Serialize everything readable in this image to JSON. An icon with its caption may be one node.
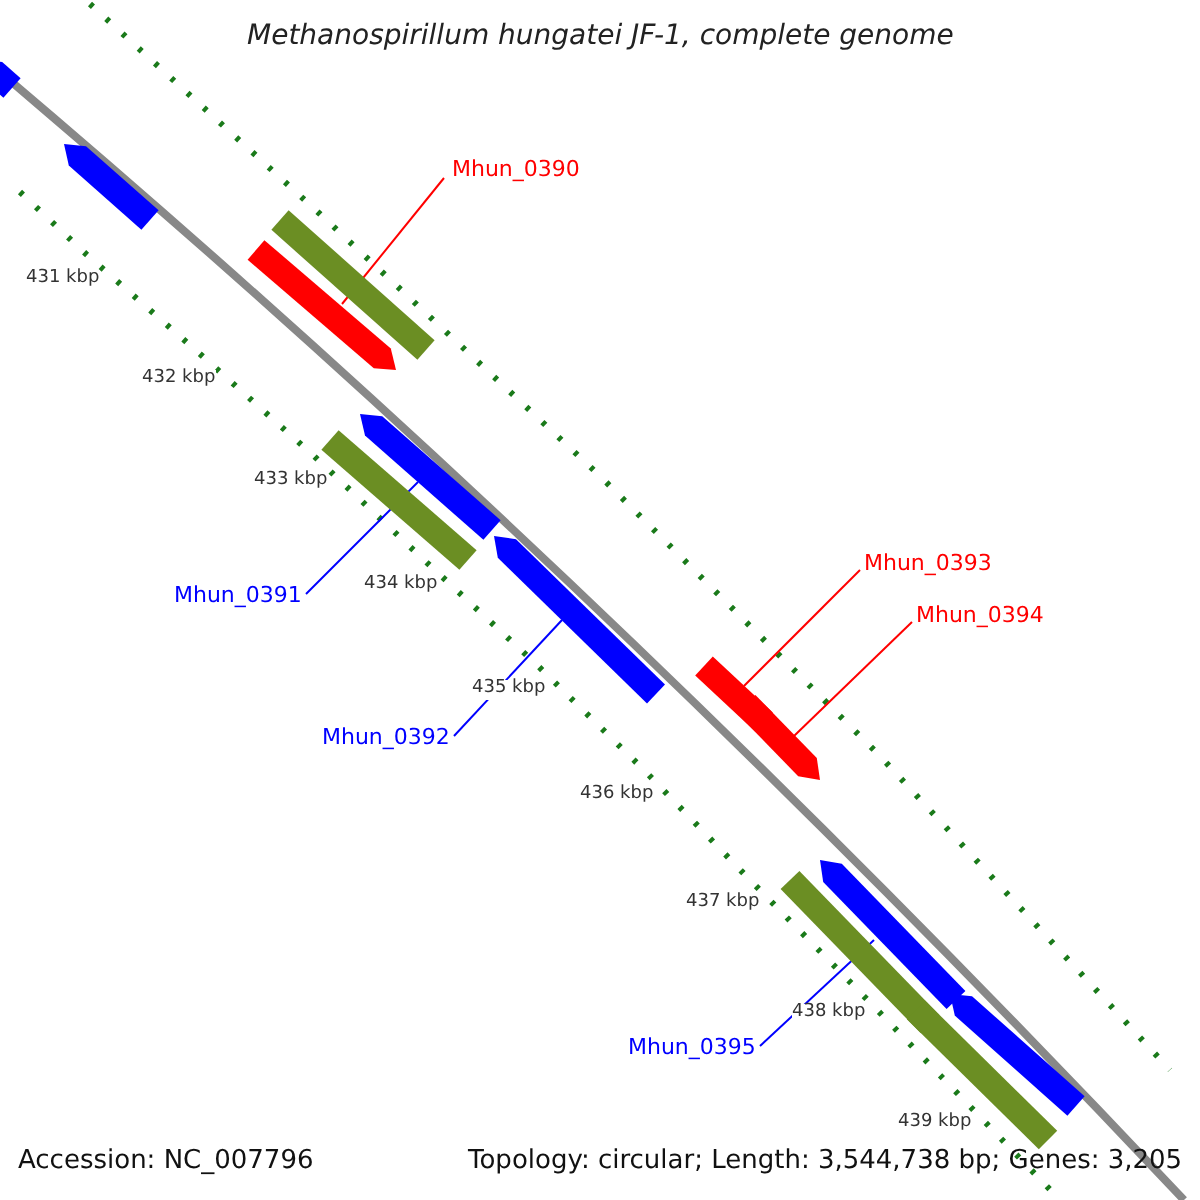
{
  "diagram": {
    "title": "Methanospirillum hungatei JF-1, complete genome",
    "nodes": [
      {
        "text": [],
        "shape": "arrow"
      },
      {
        "text": [],
        "shape": "arrow"
      },
      {
        "text": [
          "Mhun_0390"
        ]
      },
      {
        "text": [],
        "shape": "bar"
      },
      {
        "text": [],
        "shape": "arrow"
      },
      {
        "text": [],
        "shape": "arrow"
      },
      {
        "text": [],
        "shape": "bar"
      },
      {
        "text": [
          "Mhun_0391"
        ]
      },
      {
        "text": [],
        "shape": "arrow"
      },
      {
        "text": [
          "Mhun_0392"
        ]
      },
      {
        "text": [
          "Mhun_0393"
        ]
      },
      {
        "text": [
          "Mhun_0394"
        ]
      },
      {
        "text": [],
        "shape": "bar"
      },
      {
        "text": [],
        "shape": "arrow"
      },
      {
        "text": [],
        "shape": "arrow"
      },
      {
        "text": [],
        "shape": "bar"
      },
      {
        "text": [
          "Mhun_0395"
        ]
      },
      {
        "text": [],
        "shape": "arrow"
      },
      {
        "text": [],
        "shape": "bar"
      }
    ],
    "edges": [
      {
        "from": 2,
        "to": 4,
        "arrow": "none",
        "color": "#ff0000"
      },
      {
        "from": 7,
        "to": 5,
        "arrow": "none",
        "color": "#0000ff"
      },
      {
        "from": 9,
        "to": 8,
        "arrow": "none",
        "color": "#0000ff"
      },
      {
        "from": 10,
        "to": 12,
        "arrow": "none",
        "color": "#ff0000"
      },
      {
        "from": 11,
        "to": 13,
        "arrow": "none",
        "color": "#ff0000"
      },
      {
        "from": 16,
        "to": 14,
        "arrow": "none",
        "color": "#0000ff"
      }
    ],
    "labels": [
      "431 kbp",
      "432 kbp",
      "433 kbp",
      "434 kbp",
      "435 kbp",
      "436 kbp",
      "437 kbp",
      "438 kbp",
      "439 kbp",
      "Accession: NC_007796",
      "Topology: circular; Length: 3,544,738 bp; Genes: 3,205"
    ]
  }
}
